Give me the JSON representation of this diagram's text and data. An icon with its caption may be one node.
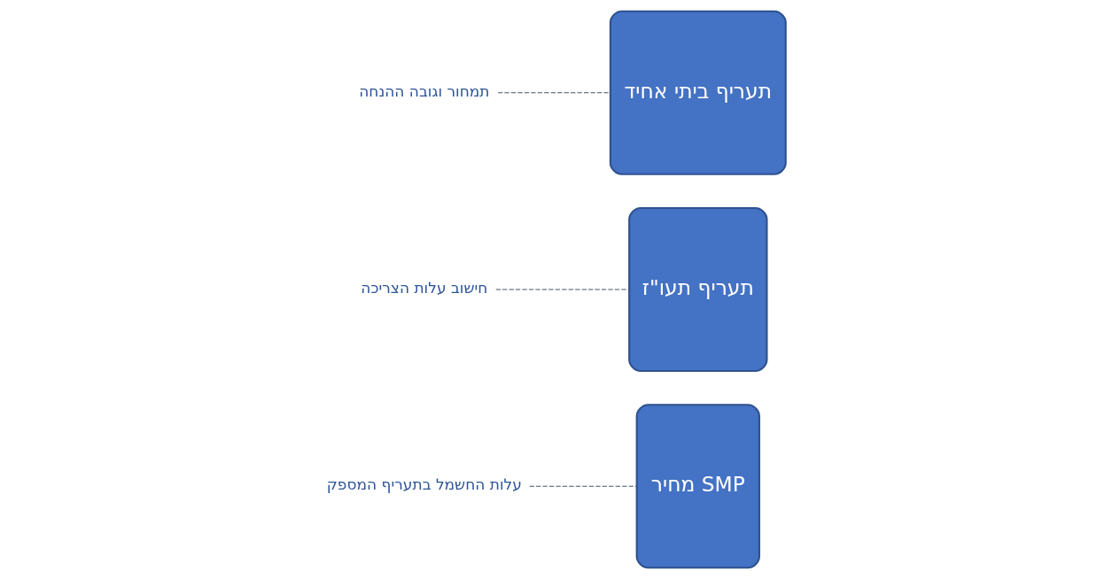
{
  "diagram": {
    "nodes": [
      {
        "text": [
          "מחיר SMP"
        ]
      },
      {
        "text": [
          "תעריף תעו\"ז"
        ]
      },
      {
        "text": [
          "תעריף ביתי אחיד"
        ]
      },
      {
        "text": [
          "עלות החשמל בתעריף המספק"
        ]
      },
      {
        "text": [
          "חישוב עלות הצריכה"
        ]
      },
      {
        "text": [
          "תמחור וגובה ההנחה"
        ]
      }
    ],
    "edges": [
      {
        "from": 3,
        "to": 0,
        "arrow": "none",
        "style": "dashed"
      },
      {
        "from": 4,
        "to": 1,
        "arrow": "none",
        "style": "dashed"
      },
      {
        "from": 5,
        "to": 2,
        "arrow": "none",
        "style": "dashed"
      }
    ]
  }
}
